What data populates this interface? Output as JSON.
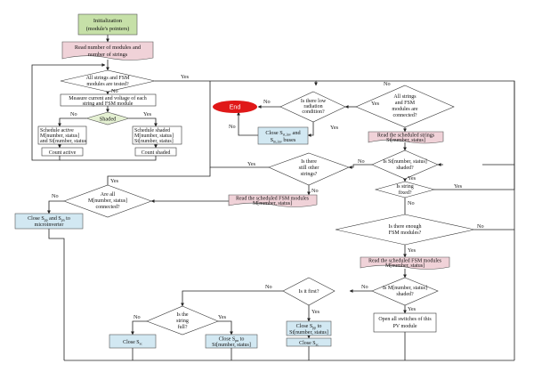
{
  "colors": {
    "init": "#c6e0a8",
    "pink": "#f0d2d8",
    "blue": "#d2e8f2",
    "shaded": "#e4f0d2",
    "end": "#e01818",
    "line": "#222222"
  },
  "nodes": {
    "init": [
      "Initialization",
      "(module's pointers)"
    ],
    "read_modules": [
      "Read number of modules and",
      "number of strings"
    ],
    "all_tested": [
      "All strings and FSM",
      "modules are tested?"
    ],
    "measure": [
      "Measure current and voltage of each",
      "string and FSM module"
    ],
    "shaded": "Shaded",
    "sched_active": [
      "Schedule active",
      "M[number, status]",
      "and St[number, status"
    ],
    "sched_shaded": [
      "Schedule shaded",
      "M[number, status]",
      "St[number, status]"
    ],
    "count_active": "Count active",
    "count_shaded": "Count shaded",
    "low_radiation": [
      "Is there low",
      "radiation",
      "condition?"
    ],
    "end": "End",
    "all_connected": [
      "All strings",
      "and FSM",
      "modules are",
      "connected?"
    ],
    "close_buses": [
      "Close S",
      "st,inv",
      " and",
      "S",
      "m,inv",
      " buses"
    ],
    "read_sched_strings": [
      "Read the scheduled strings",
      "St[number, status]"
    ],
    "still_other": [
      "Is there",
      "still other",
      "strings?"
    ],
    "st_shaded": [
      "Is St[number, status]",
      "shaded?"
    ],
    "all_m_connected": [
      "Are all",
      "M[number, status]",
      "connected?"
    ],
    "read_sched_fsm": [
      "Read the scheduled FSM modules",
      "M[number, status]"
    ],
    "close_microinv": [
      "Close S",
      "pp",
      " and S",
      "pn",
      " to",
      "microinverter"
    ],
    "string_fixed": [
      "Is string",
      "fixed?"
    ],
    "enough_fsm": [
      "Is there enough",
      "FSM modules?"
    ],
    "read_sched_fsm2": [
      "Read the scheduled FSM modules",
      "M[number, status]"
    ],
    "m_shaded": [
      "Is M[number, status]",
      "shaded?"
    ],
    "first": [
      "Is it first?"
    ],
    "string_full": [
      "Is the",
      "string",
      "full?"
    ],
    "close_pp_st": [
      "Close S",
      "pp",
      " to",
      "St[number, status]"
    ],
    "close_sc_mid": [
      "Close S",
      "sc"
    ],
    "close_sc_left": [
      "Close S",
      "sc"
    ],
    "close_pn_st": [
      "Close S",
      "pn",
      " to",
      "St[number, status]"
    ],
    "open_switches": [
      "Open all switches of this",
      "PV module"
    ]
  },
  "edge_labels": {
    "yes": "Yes",
    "no": "No"
  }
}
